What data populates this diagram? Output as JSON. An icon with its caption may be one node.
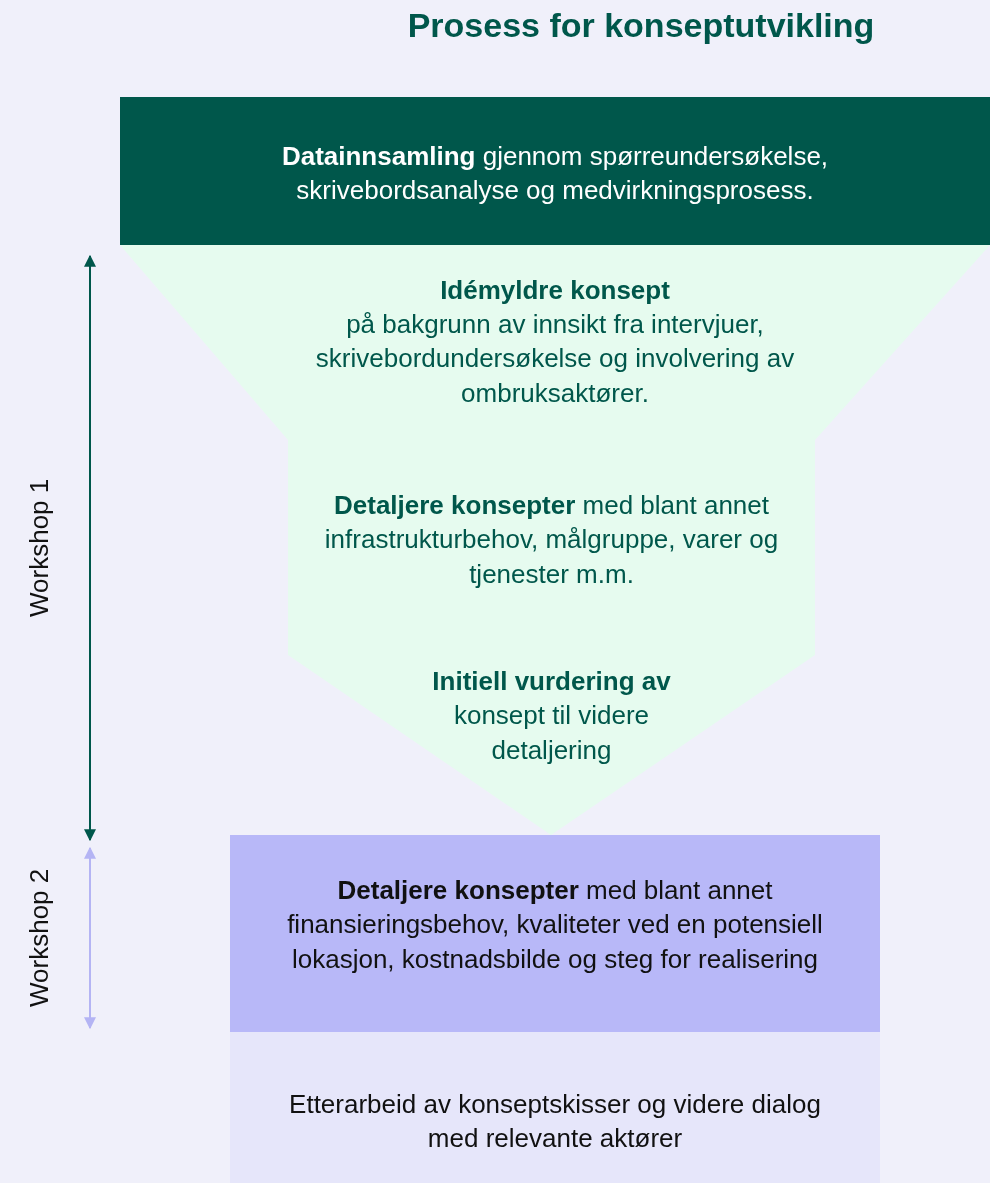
{
  "diagram": {
    "title": "Prosess for konseptutvikling",
    "nodes": [
      {
        "text": [
          "**Datainnsamling** gjennom spørreundersøkelse, skrivebordsanalyse og medvirkningsprosess."
        ]
      },
      {
        "text": [
          "Idémyldre konsept",
          "på bakgrunn av innsikt fra intervjuer, skrivebordundersøkelse og involvering av ombruksaktører."
        ]
      },
      {
        "text": [
          "**Detaljere konsepter** med blant annet infrastrukturbehov, målgruppe, varer og tjenester m.m.",
          "**Initiell vurdering av** konsept til videre detaljering"
        ]
      },
      {
        "text": [
          "**Detaljere konsepter** med blant annet finansieringsbehov, kvaliteter ved en potensiell lokasjon, kostnadsbilde og steg for realisering"
        ]
      },
      {
        "text": [
          "Etterarbeid av konseptskisser og videre dialog med relevante aktører"
        ]
      }
    ],
    "labels": [
      "Workshop 1",
      "Workshop 2"
    ]
  }
}
